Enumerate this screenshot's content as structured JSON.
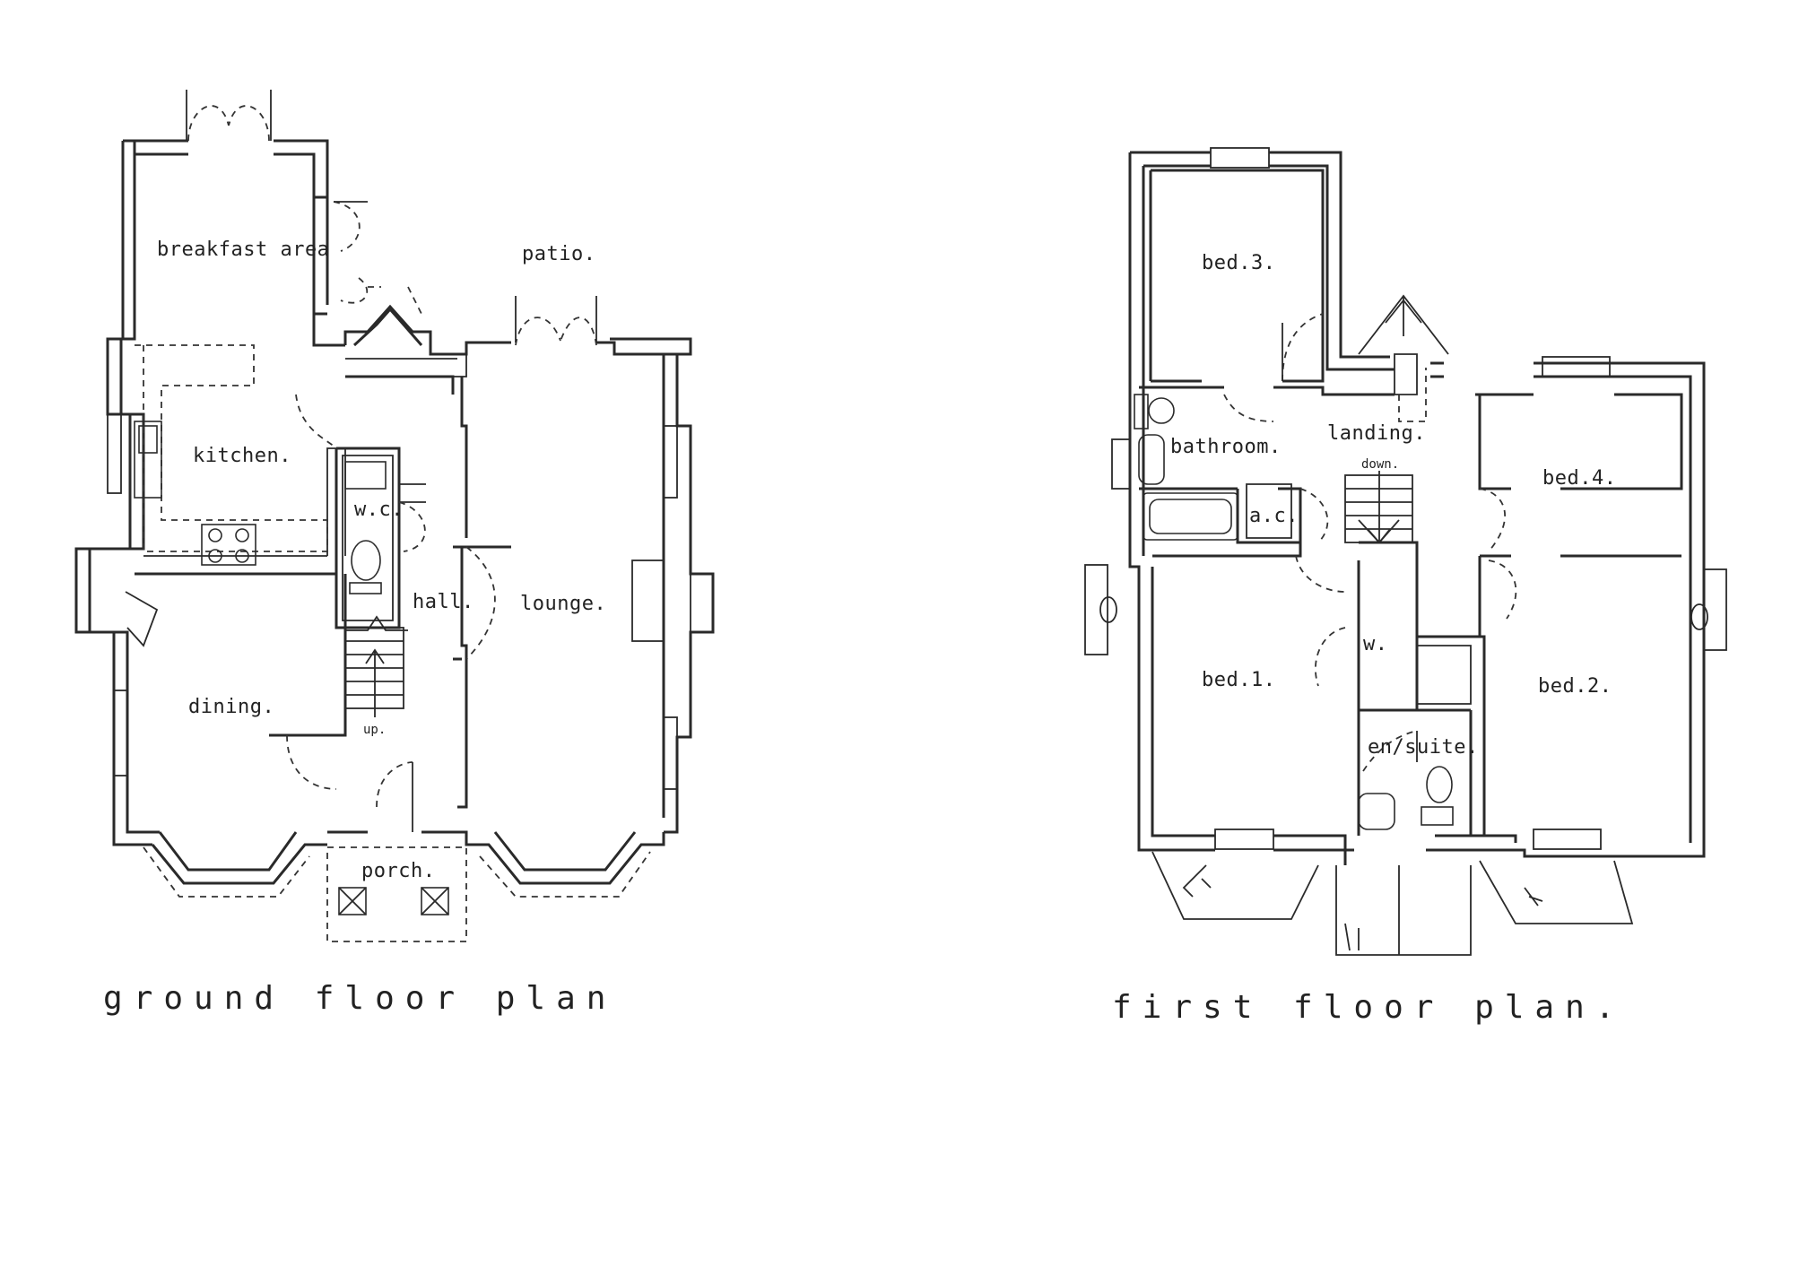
{
  "ground_floor": {
    "title": "ground floor plan",
    "rooms": {
      "breakfast": "breakfast area",
      "patio": "patio.",
      "kitchen": "kitchen.",
      "wc": "w.c.",
      "hall": "hall.",
      "lounge": "lounge.",
      "dining": "dining.",
      "up": "up.",
      "porch": "porch."
    }
  },
  "first_floor": {
    "title": "first floor plan.",
    "rooms": {
      "bed3": "bed.3.",
      "landing": "landing.",
      "bathroom": "bathroom.",
      "down": "down.",
      "bed4": "bed.4.",
      "ac": "a.c.",
      "w": "w.",
      "bed1": "bed.1.",
      "bed2": "bed.2.",
      "ensuite": "en/suite."
    }
  }
}
